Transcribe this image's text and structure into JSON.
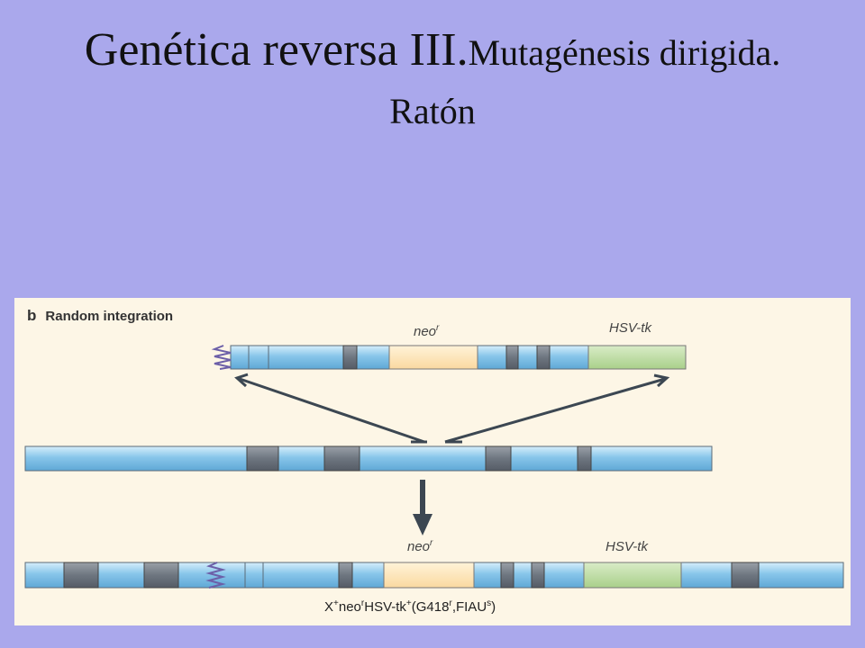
{
  "slide": {
    "title_main": "Genética reversa III.",
    "title_sub": "Mutagénesis dirigida.",
    "title_line2": "Ratón"
  },
  "figure": {
    "panel_letter": "b",
    "panel_title": "Random integration",
    "vector_labels": {
      "neo": "neo",
      "neo_sup": "r",
      "tk": "HSV-tk"
    },
    "result_labels": {
      "neo": "neo",
      "neo_sup": "r",
      "tk": "HSV-tk"
    },
    "genotype": {
      "x": "X",
      "x_sup": "+",
      "neo": "neo",
      "neo_sup": "r",
      "tk": "HSV-tk",
      "tk_sup": "+",
      "open": "(G418",
      "g418_sup": "r",
      "mid": ",FIAU",
      "fiau_sup": "s",
      "close": ")"
    }
  },
  "colors": {
    "background": "#aaa8ec",
    "figure_bg": "#fdf6e6",
    "dna": "#88c6ea",
    "exon": "#6e7680",
    "neo_cassette": "#fde3ad",
    "tk_cassette": "#bcdca0",
    "arrow": "#3c4752",
    "zigzag": "#6c5fa8"
  }
}
